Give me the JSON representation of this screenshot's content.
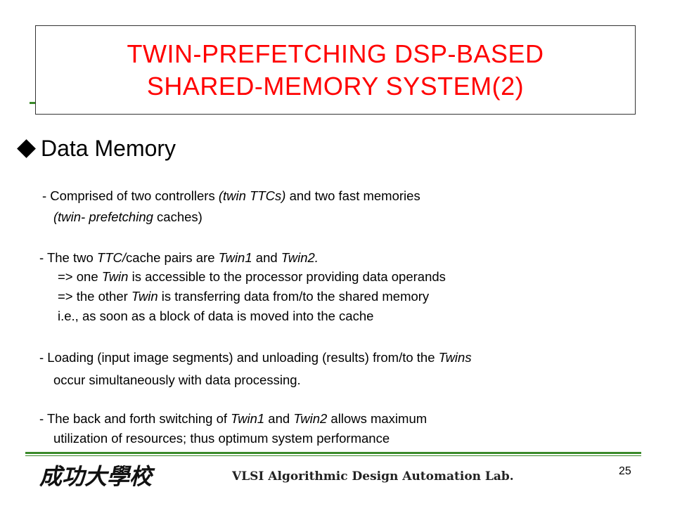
{
  "title": {
    "line1": "TWIN-PREFETCHING DSP-BASED",
    "line2": "SHARED-MEMORY SYSTEM(2)"
  },
  "heading": "Data Memory",
  "bullets": [
    {
      "segments": [
        {
          "t": "- Comprised of two controllers "
        },
        {
          "t": "(twin TTCs)",
          "i": true
        },
        {
          "t": " and two fast memories"
        }
      ]
    },
    {
      "segments": [
        {
          "t": "(twin- prefetching",
          "i": true
        },
        {
          "t": " caches)"
        }
      ]
    },
    {
      "segments": [
        {
          "t": "- The two "
        },
        {
          "t": "TTC/",
          "i": true
        },
        {
          "t": "cache pairs are "
        },
        {
          "t": "Twin1",
          "i": true
        },
        {
          "t": " and "
        },
        {
          "t": "Twin2.",
          "i": true
        }
      ]
    },
    {
      "segments": [
        {
          "t": "=> one "
        },
        {
          "t": "Twin",
          "i": true
        },
        {
          "t": " is accessible to the processor providing data operands"
        }
      ]
    },
    {
      "segments": [
        {
          "t": "=> the other "
        },
        {
          "t": "Twin",
          "i": true
        },
        {
          "t": " is transferring data from/to the shared memory"
        }
      ]
    },
    {
      "segments": [
        {
          "t": "i.e., as soon as a block of data is moved into the cache"
        }
      ]
    },
    {
      "segments": [
        {
          "t": "- Loading (input image segments) and unloading (results) from/to the "
        },
        {
          "t": "Twins",
          "i": true
        }
      ]
    },
    {
      "segments": [
        {
          "t": "occur simultaneously with data processing."
        }
      ]
    },
    {
      "segments": [
        {
          "t": "- The back and forth switching of "
        },
        {
          "t": "Twin1",
          "i": true
        },
        {
          "t": " and "
        },
        {
          "t": "Twin2",
          "i": true
        },
        {
          "t": " allows maximum"
        }
      ]
    },
    {
      "segments": [
        {
          "t": "utilization of resources; thus optimum system performance"
        }
      ]
    }
  ],
  "footer": {
    "university_logo_text": "成功大學校",
    "lab_name": "VLSI Algorithmic Design Automation Lab.",
    "page_number": "25"
  },
  "colors": {
    "title": "#ff0000",
    "accent_green": "#3a8a2a"
  }
}
